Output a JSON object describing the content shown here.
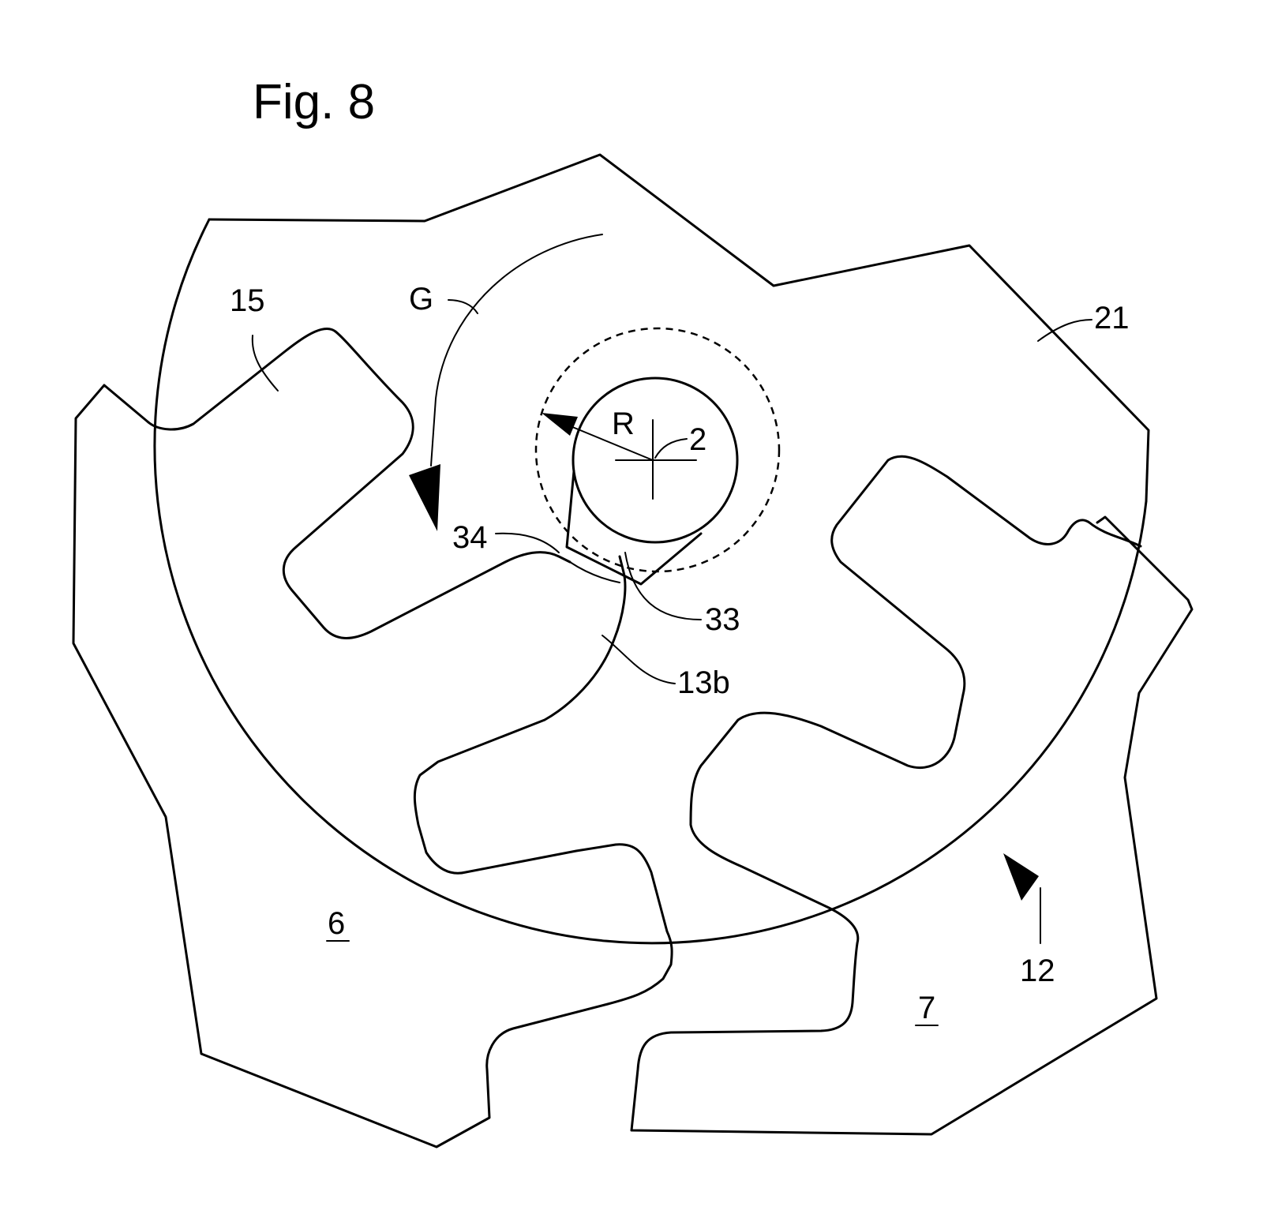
{
  "figure": {
    "title": "Fig. 8",
    "labels": {
      "part_15": "15",
      "arrow_G": "G",
      "part_21": "21",
      "radius_R": "R",
      "axis_2": "2",
      "part_34": "34",
      "part_33": "33",
      "part_13b": "13b",
      "part_6": "6",
      "part_7": "7",
      "part_12": "12"
    },
    "line_color": "#000000",
    "background_color": "#ffffff"
  }
}
